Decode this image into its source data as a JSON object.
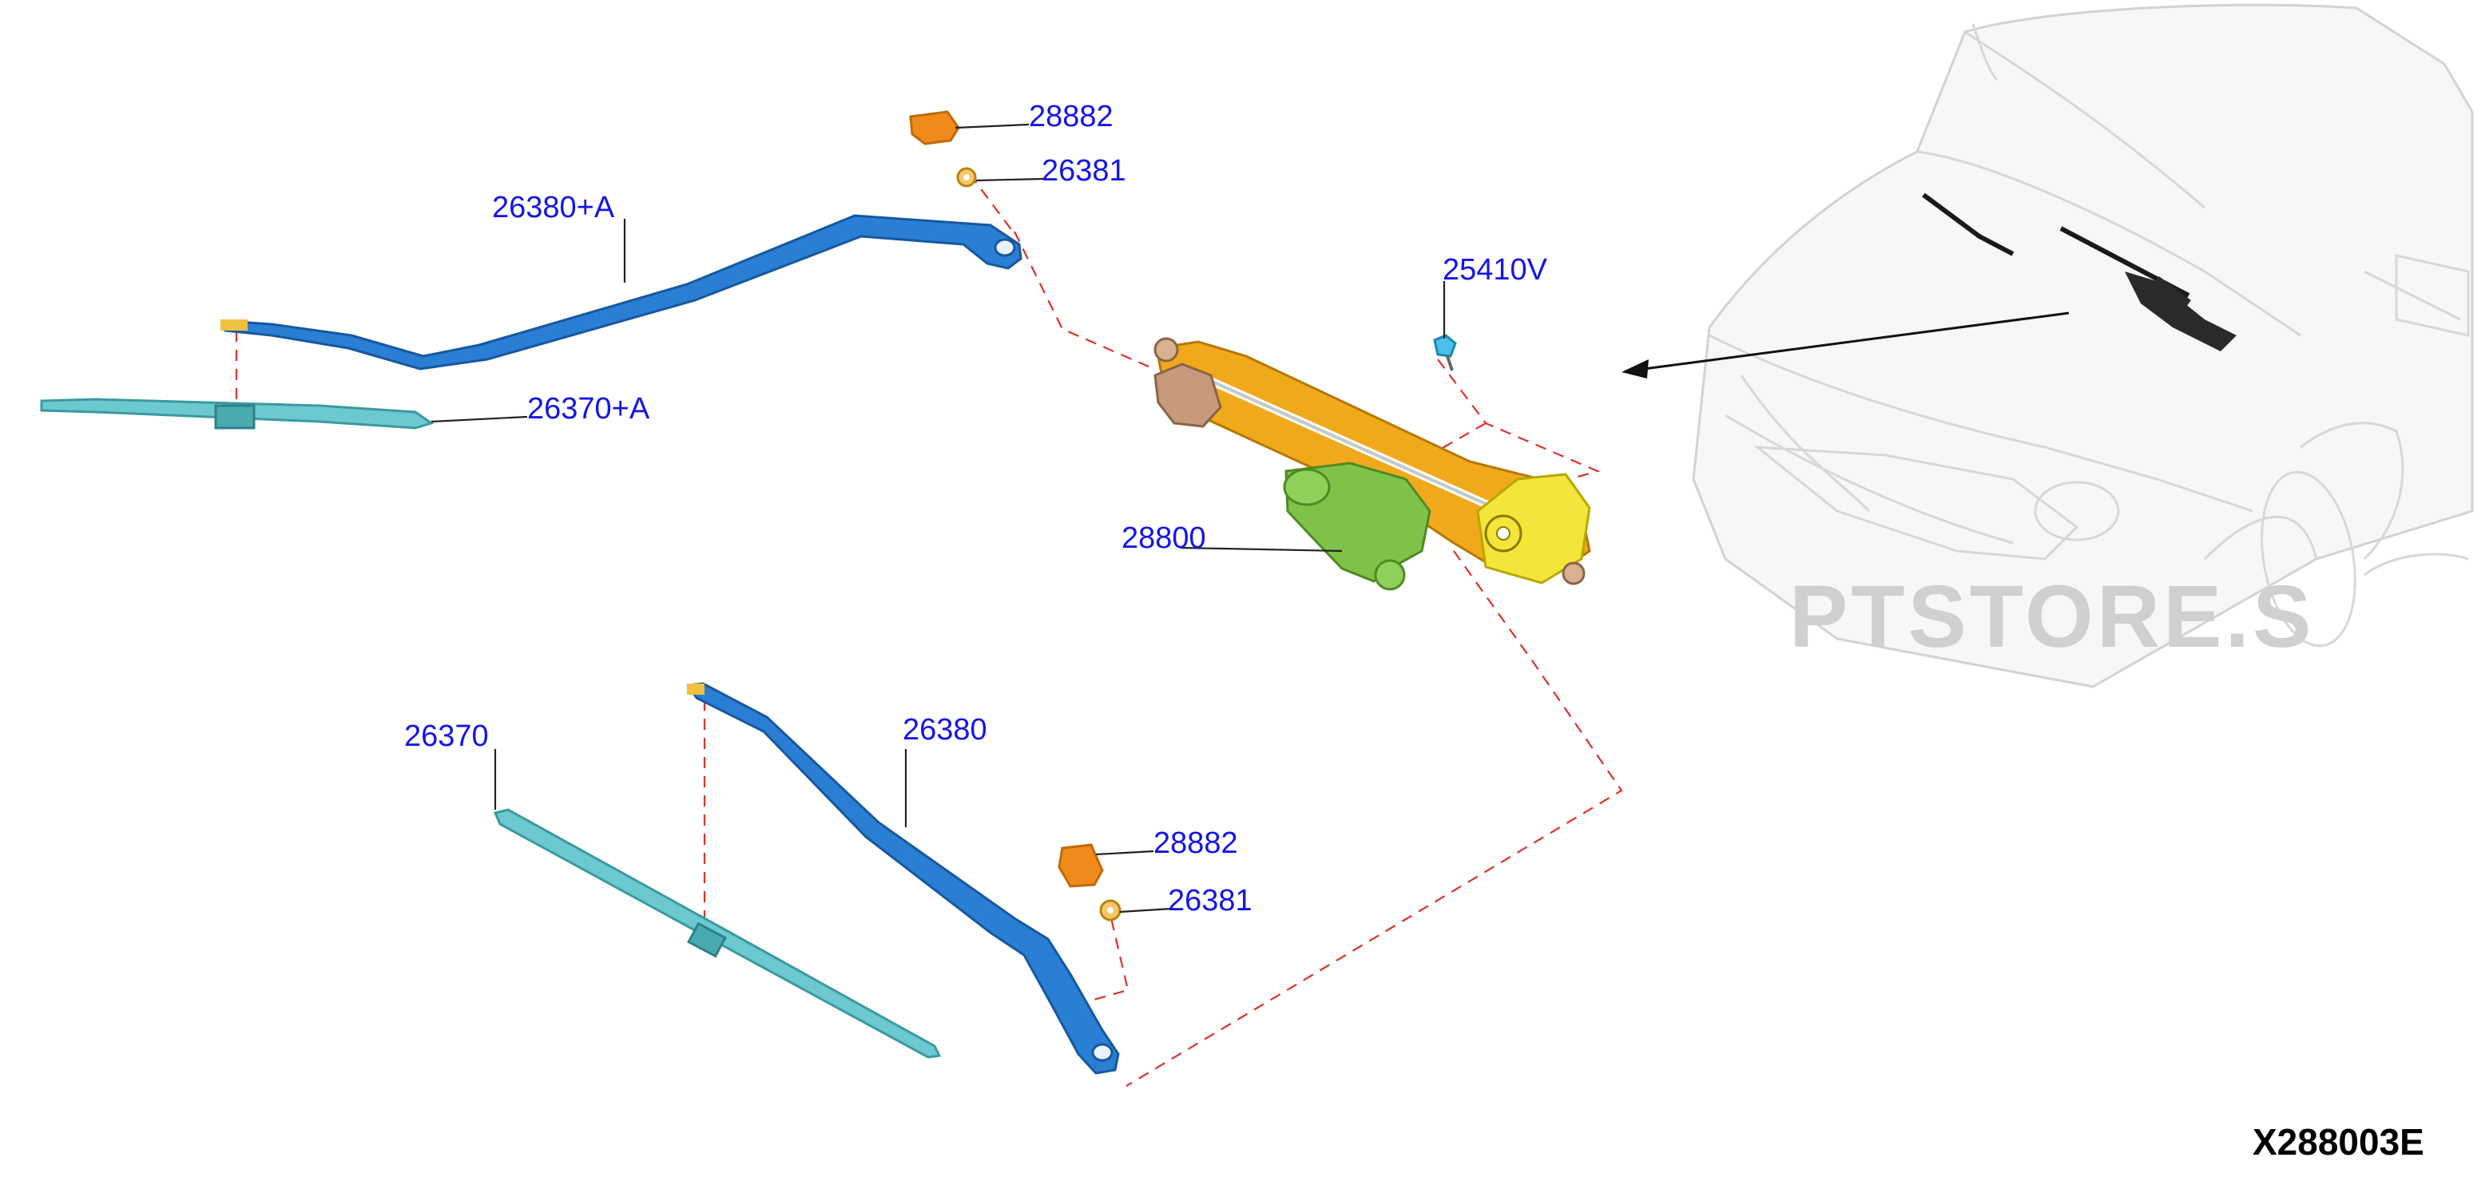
{
  "diagram_code": "X288003E",
  "watermark": "PTSTORE.S",
  "colors": {
    "label": "#1515e6",
    "dashed_line": "#e0302a",
    "wiper_arm": "#2a7fd4",
    "wiper_blade": "#6cc9cf",
    "cap": "#f08a1a",
    "linkage": "#f1a91c",
    "motor": "#7fc24a"
  },
  "callouts": [
    {
      "id": "cap-top",
      "label": "28882"
    },
    {
      "id": "nut-top",
      "label": "26381"
    },
    {
      "id": "arm-top",
      "label": "26380+A"
    },
    {
      "id": "blade-top",
      "label": "26370+A"
    },
    {
      "id": "bolt",
      "label": "25410V"
    },
    {
      "id": "motor",
      "label": "28800"
    },
    {
      "id": "blade-bottom",
      "label": "26370"
    },
    {
      "id": "arm-bottom",
      "label": "26380"
    },
    {
      "id": "cap-bottom",
      "label": "28882"
    },
    {
      "id": "nut-bottom",
      "label": "26381"
    }
  ]
}
